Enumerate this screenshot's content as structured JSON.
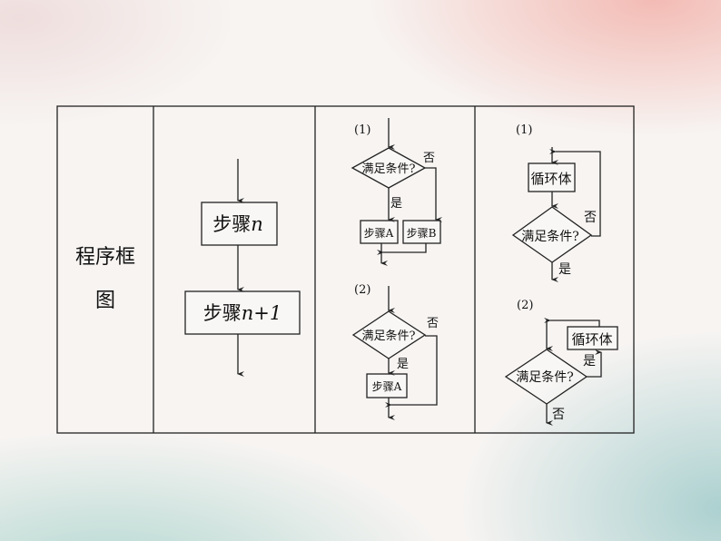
{
  "row_label": [
    "程序框",
    "图"
  ],
  "sequence": {
    "step1": "步骤",
    "step1_var": "n",
    "step2": "步骤",
    "step2_var": "n+1"
  },
  "selection": {
    "label1": "(1)",
    "label2": "(2)",
    "condition": "满足条件?",
    "yes": "是",
    "no": "否",
    "stepA": "步骤A",
    "stepB": "步骤B"
  },
  "loop": {
    "label1": "(1)",
    "label2": "(2)",
    "body": "循环体",
    "condition": "满足条件?",
    "yes": "是",
    "no": "否"
  }
}
